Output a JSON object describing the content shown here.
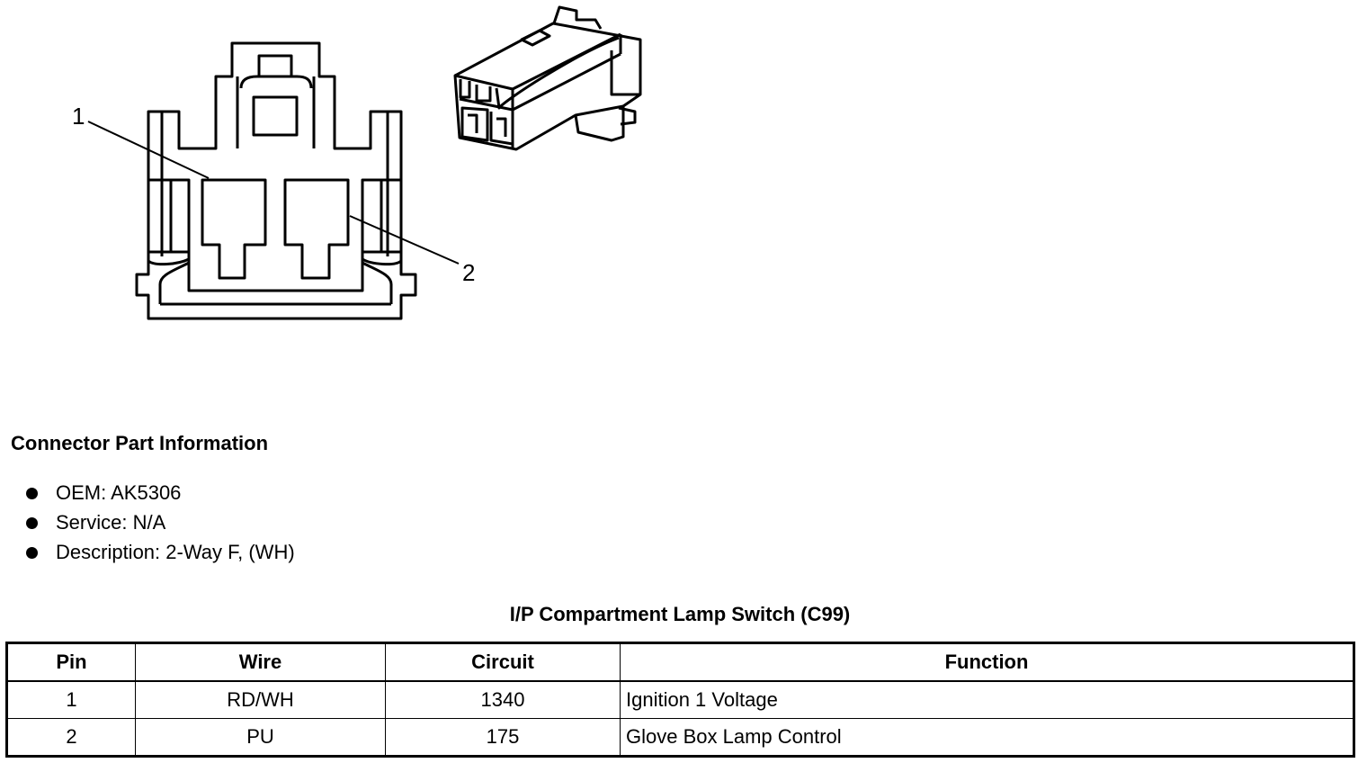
{
  "diagram": {
    "pin_callouts": [
      "1",
      "2"
    ]
  },
  "connector_info": {
    "heading": "Connector Part Information",
    "items": [
      "OEM: AK5306",
      "Service: N/A",
      "Description: 2-Way F, (WH)"
    ]
  },
  "table": {
    "title": "I/P Compartment Lamp Switch (C99)",
    "headers": [
      "Pin",
      "Wire",
      "Circuit",
      "Function"
    ],
    "rows": [
      [
        "1",
        "RD/WH",
        "1340",
        "Ignition 1 Voltage"
      ],
      [
        "2",
        "PU",
        "175",
        "Glove Box Lamp Control"
      ]
    ]
  }
}
